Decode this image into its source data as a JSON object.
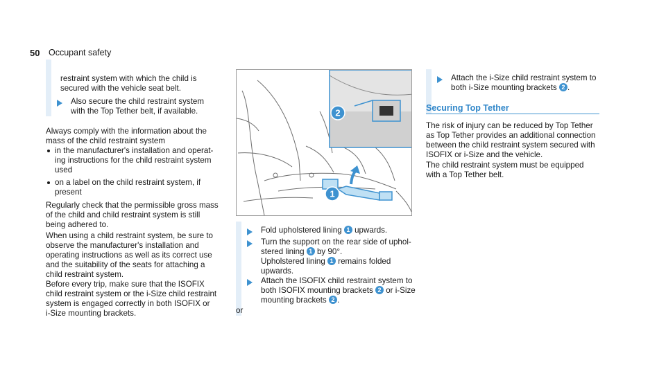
{
  "page": {
    "number": "50",
    "section": "Occupant safety"
  },
  "left": {
    "intro_lines": [
      "restraint system with which the child is",
      "secured with the vehicle seat belt."
    ],
    "step_lines": [
      "Also secure the child restraint system",
      "with the Top Tether belt, if available."
    ],
    "comply_lines": [
      "Always comply with the information about the",
      "mass of the child restraint system"
    ],
    "bullet1_lines": [
      "in the manufacturer's installation and operat-",
      "ing instructions for the child restraint system",
      "used"
    ],
    "bullet2_lines": [
      "on a label on the child restraint system, if",
      "present"
    ],
    "regular_lines": [
      "Regularly check that the permissible gross mass",
      "of the child and child restraint system is still",
      "being adhered to."
    ],
    "when_lines": [
      "When using a child restraint system, be sure to",
      "observe the manufacturer's installation and",
      "operating instructions as well as its correct use",
      "and the suitability of the seats for attaching a",
      "child restraint system.",
      "Before every trip, make sure that the ISOFIX",
      "child restraint system or the i-Size child restraint",
      "system is engaged correctly in both ISOFIX or",
      "i-Size mounting brackets."
    ]
  },
  "figure": {
    "callout1": "1",
    "callout2": "2"
  },
  "middle": {
    "step1": {
      "pre": "Fold upholstered lining ",
      "num": "1",
      "post": " upwards."
    },
    "step2": {
      "l1": "Turn the support on the rear side of uphol-",
      "l2_pre": "stered lining ",
      "l2_num": "1",
      "l2_post": " by 90°.",
      "l3_pre": "Upholstered lining ",
      "l3_num": "1",
      "l3_post": " remains folded",
      "l4": "upwards."
    },
    "step3": {
      "l1": "Attach the ISOFIX child restraint system to",
      "l2_pre": "both ISOFIX mounting brackets ",
      "l2_num": "2",
      "l2_post": " or i-Size",
      "l3_pre": "mounting brackets ",
      "l3_num": "2",
      "l3_post": "."
    },
    "or": "or"
  },
  "right": {
    "step": {
      "l1": "Attach the i-Size child restraint system to",
      "l2_pre": "both i-Size mounting brackets ",
      "l2_num": "2",
      "l2_post": "."
    },
    "heading": "Securing Top Tether",
    "p1_lines": [
      "The risk of injury can be reduced by Top Tether",
      "as Top Tether provides an additional connection",
      "between the child restraint system secured with",
      "ISOFIX or i-Size and the vehicle."
    ],
    "p2_lines": [
      "The child restraint system must be equipped",
      "with a Top Tether belt."
    ]
  },
  "colors": {
    "accent": "#3e92d0",
    "callout": "#3e92d0",
    "step_bar": "#e3eef8"
  }
}
